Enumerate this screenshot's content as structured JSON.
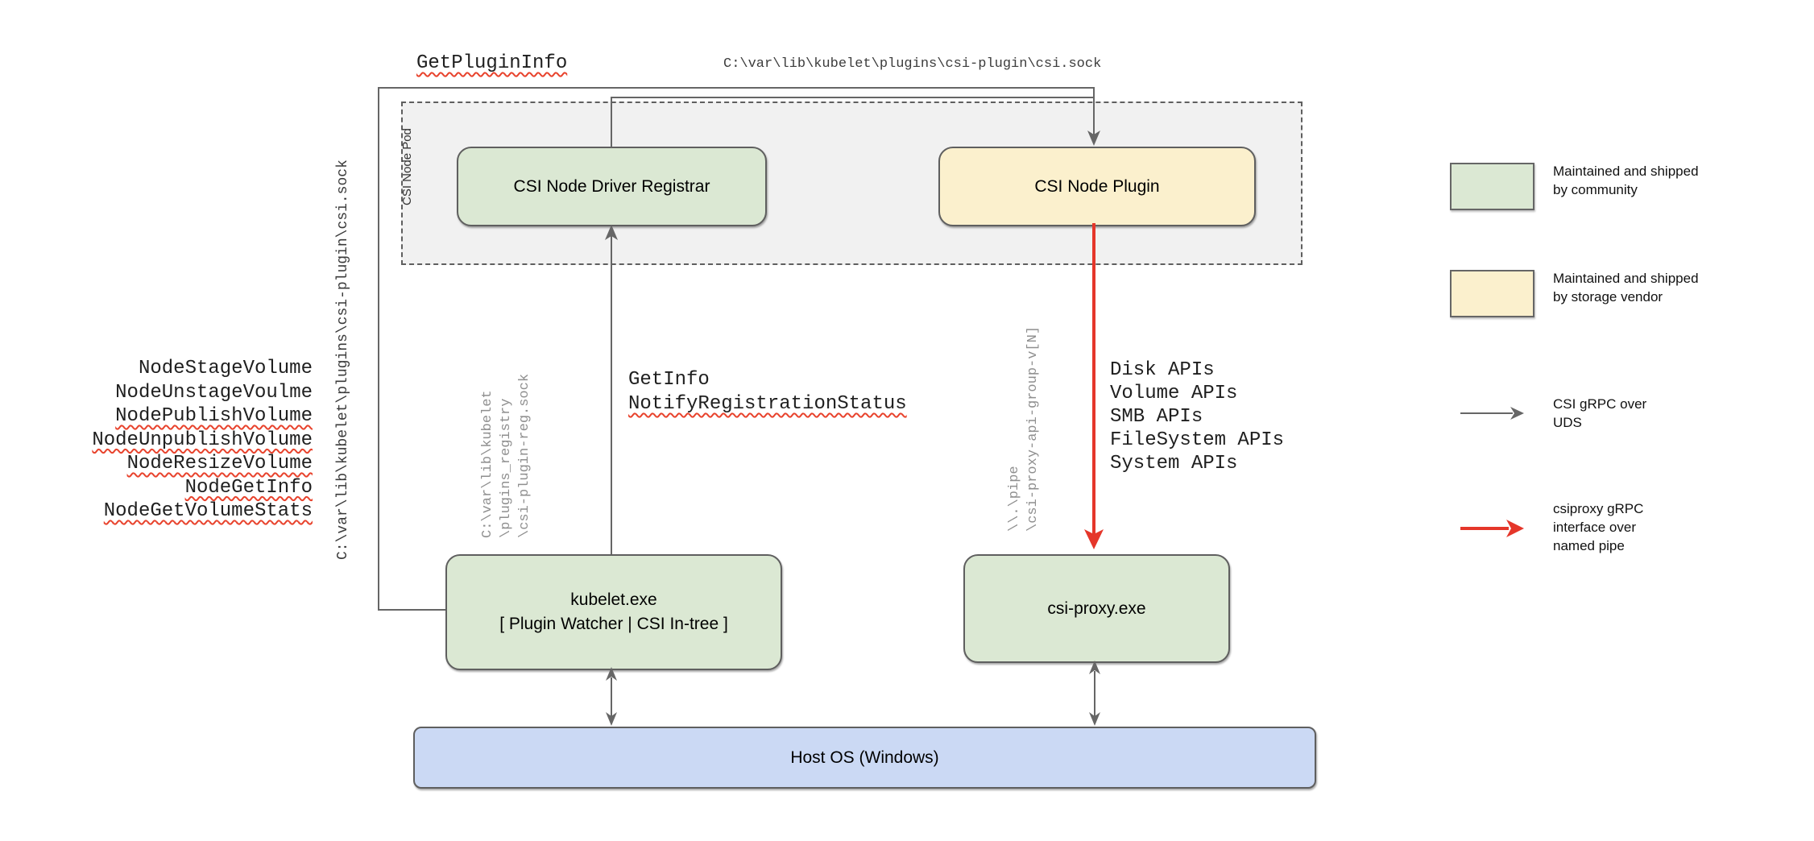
{
  "colors": {
    "community_green": "#dbe8d3",
    "vendor_yellow": "#fbf0cd",
    "host_blue": "#cbd9f4",
    "pod_gray": "#f1f1f1",
    "line_gray": "#666666",
    "arrow_red": "#e5362a",
    "squiggle_red": "#e8432d"
  },
  "top": {
    "get_plugin_info": "GetPluginInfo",
    "socket_path": "C:\\var\\lib\\kubelet\\plugins\\csi-plugin\\csi.sock"
  },
  "left": {
    "socket_path_vertical": "C:\\var\\lib\\kubelet\\plugins\\csi-plugin\\csi.sock",
    "node_calls": [
      {
        "label": "NodeStageVolume"
      },
      {
        "label": "NodeUnstageVoulme"
      },
      {
        "label": "NodePublishVolume"
      },
      {
        "label": "NodeUnpublishVolume"
      },
      {
        "label": "NodeResizeVolume"
      },
      {
        "label": "NodeGetInfo"
      },
      {
        "label": "NodeGetVolumeStats"
      }
    ]
  },
  "pod": {
    "label": "CSI Node Pod"
  },
  "boxes": {
    "registrar": "CSI Node Driver Registrar",
    "plugin": "CSI Node Plugin",
    "kubelet": "kubelet.exe\n[ Plugin Watcher | CSI In-tree ]",
    "csi_proxy": "csi-proxy.exe",
    "host_os": "Host OS (Windows)"
  },
  "middle": {
    "registry_socket_path": "C:\\var\\lib\\kubelet\n\\plugins_registry\n\\csi-plugin-reg.sock",
    "get_info": "GetInfo",
    "notify_registration_status": "NotifyRegistrationStatus"
  },
  "right": {
    "named_pipe_path": "\\\\.\\pipe\n\\csi-proxy-api-group-v[N]",
    "apis": [
      "Disk APIs",
      "Volume APIs",
      "SMB APIs",
      "FileSystem APIs",
      "System APIs"
    ]
  },
  "legend": {
    "community": "Maintained and shipped\nby community",
    "vendor": "Maintained and shipped\nby storage vendor",
    "uds": "CSI gRPC over\nUDS",
    "named_pipe": "csiproxy gRPC\ninterface over\nnamed pipe"
  }
}
